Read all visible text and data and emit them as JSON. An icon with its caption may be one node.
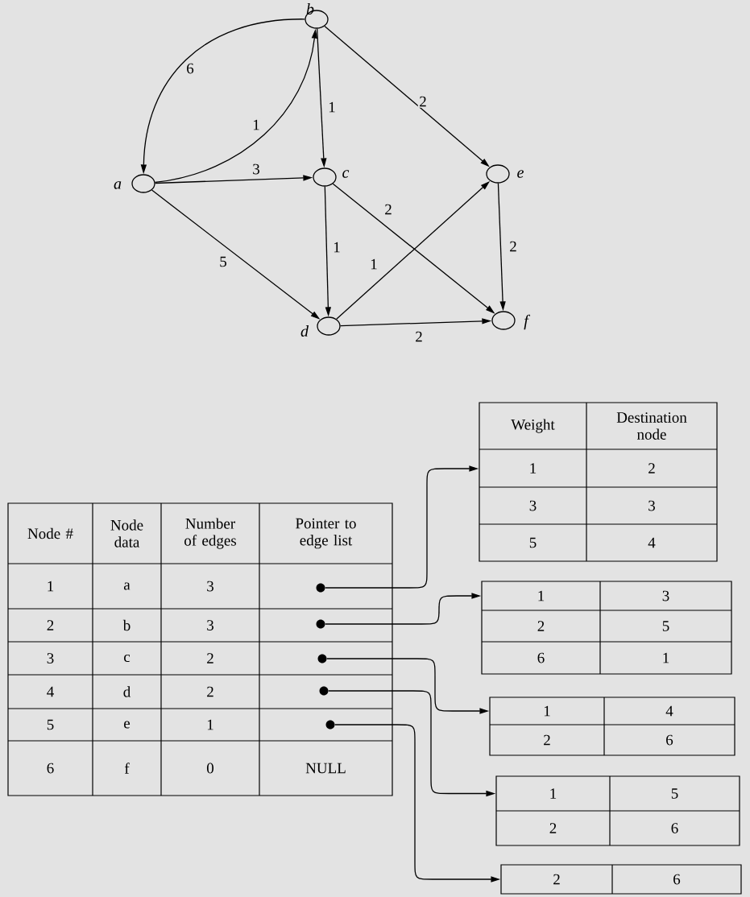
{
  "diagram": {
    "nodes": [
      {
        "text": [],
        "shape": "circle",
        "beside": [
          "a"
        ]
      },
      {
        "text": [],
        "shape": "circle",
        "beside": [
          "b"
        ]
      },
      {
        "text": [],
        "shape": "circle",
        "beside": [
          "c"
        ]
      },
      {
        "text": [],
        "shape": "circle",
        "beside": [
          "d"
        ]
      },
      {
        "text": [],
        "shape": "circle",
        "beside": [
          "e"
        ]
      },
      {
        "text": [],
        "shape": "circle",
        "beside": [
          "f"
        ]
      },
      {
        "text": [],
        "shape": "dot"
      },
      {
        "text": [],
        "shape": "dot"
      },
      {
        "text": [],
        "shape": "dot"
      },
      {
        "text": [],
        "shape": "dot"
      },
      {
        "text": [],
        "shape": "dot"
      },
      {
        "text": [
          "Weight",
          "Destination node",
          "1",
          "2",
          "3",
          "3",
          "5",
          "4"
        ]
      },
      {
        "text": [
          "1",
          "3",
          "2",
          "5",
          "6",
          "1"
        ]
      },
      {
        "text": [
          "1",
          "4",
          "2",
          "6"
        ]
      },
      {
        "text": [
          "1",
          "5",
          "2",
          "6"
        ]
      },
      {
        "text": [
          "2",
          "6"
        ]
      }
    ],
    "edges": [
      {
        "from": 1,
        "to": 0,
        "arrow": "to",
        "label": "6"
      },
      {
        "from": 0,
        "to": 1,
        "arrow": "to",
        "label": "1"
      },
      {
        "from": 0,
        "to": 2,
        "arrow": "to",
        "label": "3"
      },
      {
        "from": 0,
        "to": 3,
        "arrow": "to",
        "label": "5"
      },
      {
        "from": 1,
        "to": 2,
        "arrow": "to",
        "label": "1"
      },
      {
        "from": 1,
        "to": 4,
        "arrow": "to",
        "label": "2"
      },
      {
        "from": 2,
        "to": 3,
        "arrow": "to",
        "label": "1"
      },
      {
        "from": 2,
        "to": 5,
        "arrow": "to",
        "label": "2"
      },
      {
        "from": 3,
        "to": 4,
        "arrow": "to",
        "label": "1"
      },
      {
        "from": 3,
        "to": 5,
        "arrow": "to",
        "label": "2"
      },
      {
        "from": 4,
        "to": 5,
        "arrow": "to",
        "label": "2"
      },
      {
        "from": 6,
        "to": 11,
        "arrow": "to"
      },
      {
        "from": 7,
        "to": 12,
        "arrow": "to"
      },
      {
        "from": 8,
        "to": 13,
        "arrow": "to"
      },
      {
        "from": 9,
        "to": 14,
        "arrow": "to"
      },
      {
        "from": 10,
        "to": 15,
        "arrow": "to"
      }
    ],
    "labels": [
      "Node #",
      "Node data",
      "Number of edges",
      "Pointer to edge list",
      "1",
      "a",
      "3",
      "2",
      "b",
      "3",
      "3",
      "c",
      "2",
      "4",
      "d",
      "2",
      "5",
      "e",
      "1",
      "6",
      "f",
      "0",
      "NULL"
    ]
  }
}
